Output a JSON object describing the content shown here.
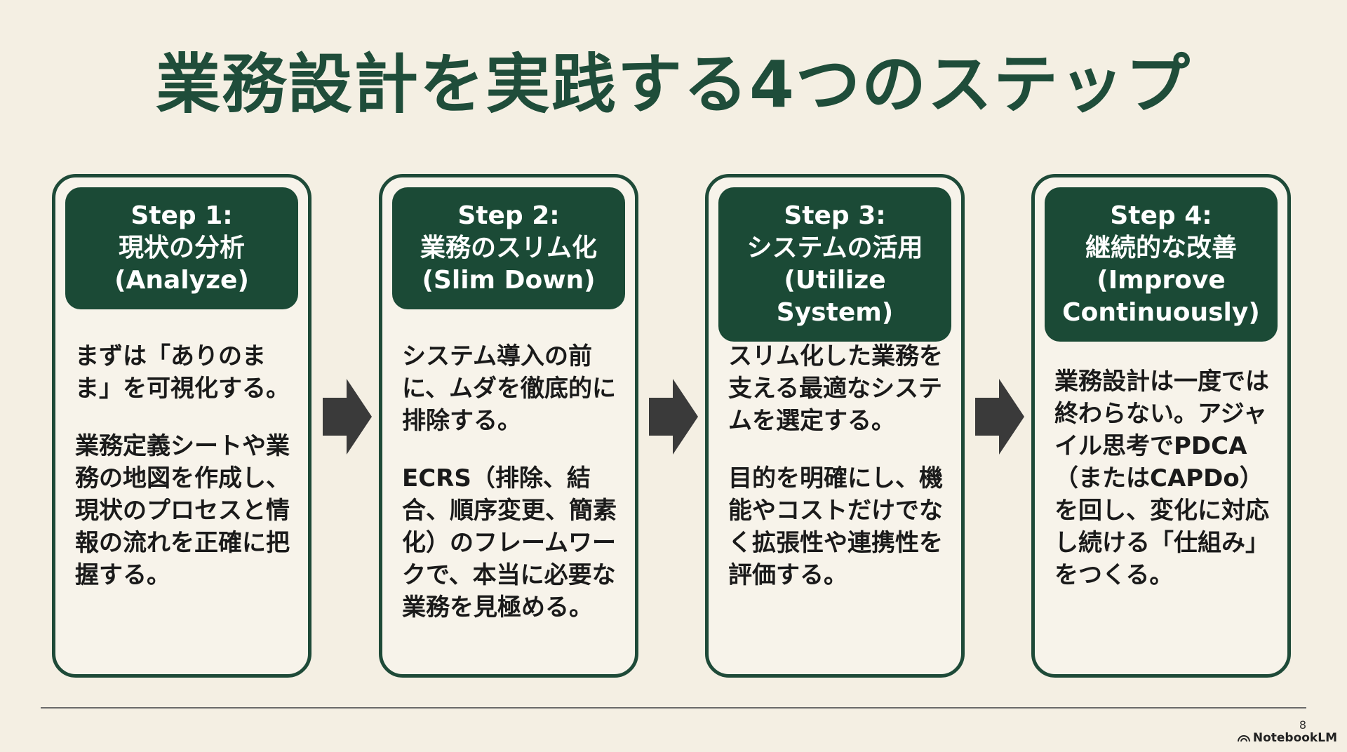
{
  "title": "業務設計を実践する4つのステップ",
  "steps": [
    {
      "step_label": "Step 1:",
      "name": "現状の分析",
      "english": "(Analyze)",
      "paragraphs": [
        "まずは「ありのまま」を可視化する。",
        "業務定義シートや業務の地図を作成し、現状のプロセスと情報の流れを正確に把握する。"
      ]
    },
    {
      "step_label": "Step 2:",
      "name": "業務のスリム化",
      "english": "(Slim Down)",
      "paragraphs": [
        "システム導入の前に、ムダを徹底的に排除する。",
        "ECRS（排除、結合、順序変更、簡素化）のフレームワークで、本当に必要な業務を見極める。"
      ]
    },
    {
      "step_label": "Step 3:",
      "name": "システムの活用",
      "english": "(Utilize System)",
      "paragraphs": [
        "スリム化した業務を支える最適なシステムを選定する。",
        "目的を明確にし、機能やコストだけでなく拡張性や連携性を評価する。"
      ]
    },
    {
      "step_label": "Step 4:",
      "name": "継続的な改善",
      "english": "(Improve Continuously)",
      "paragraphs": [
        "業務設計は一度では終わらない。アジャイル思考でPDCA（またはCAPDo）を回し、変化に対応し続ける「仕組み」をつくる。"
      ]
    }
  ],
  "footer": {
    "page_number": "8",
    "brand": "NotebookLM"
  },
  "colors": {
    "background": "#f4efe3",
    "accent_green": "#1b4a36",
    "arrow": "#3a3a3a"
  }
}
